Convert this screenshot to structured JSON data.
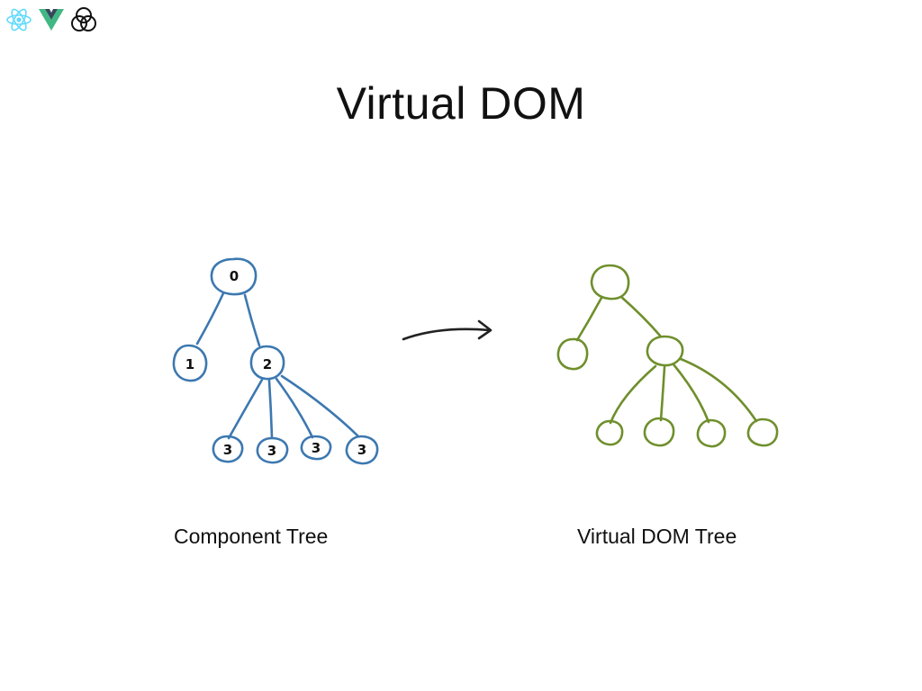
{
  "slide": {
    "title": "Virtual DOM"
  },
  "header_logos": [
    {
      "icon": "react-logo-icon"
    },
    {
      "icon": "vue-logo-icon"
    },
    {
      "icon": "venn-circles-logo-icon"
    }
  ],
  "colors": {
    "component_tree": "#3c78b0",
    "virtual_dom_tree": "#6f8f2c",
    "arrow": "#222222"
  },
  "component_tree": {
    "caption": "Component Tree",
    "nodes": [
      {
        "id": "root",
        "label": "0"
      },
      {
        "id": "n1",
        "label": "1"
      },
      {
        "id": "n2",
        "label": "2"
      },
      {
        "id": "n3a",
        "label": "3"
      },
      {
        "id": "n3b",
        "label": "3"
      },
      {
        "id": "n3c",
        "label": "3"
      },
      {
        "id": "n3d",
        "label": "3"
      }
    ]
  },
  "virtual_dom_tree": {
    "caption": "Virtual DOM Tree"
  }
}
